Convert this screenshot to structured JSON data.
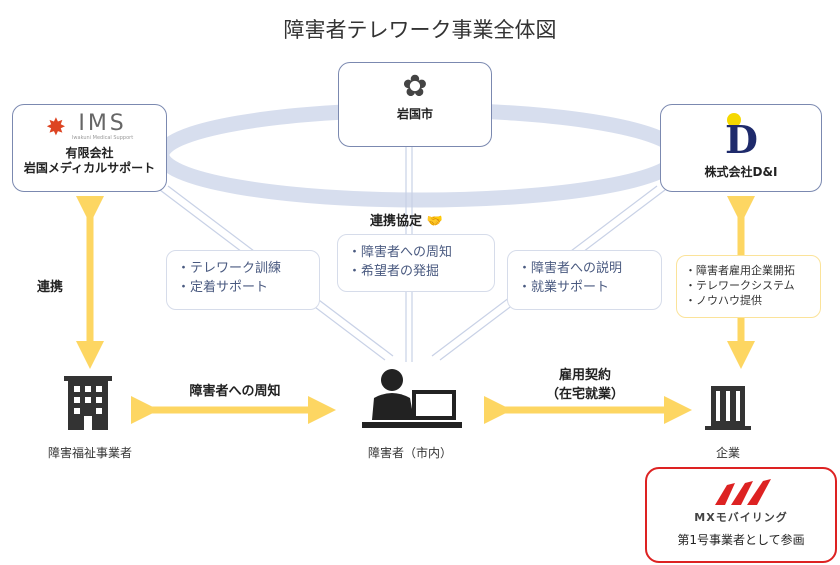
{
  "title": "障害者テレワーク事業全体図",
  "orgs": {
    "city": {
      "name": "岩国市"
    },
    "ims": {
      "logo_text": "IMS",
      "logo_sub": "Iwakuni Medical Support",
      "name_line1": "有限会社",
      "name_line2": "岩国メディカルサポート"
    },
    "di": {
      "name": "株式会社D&I"
    }
  },
  "agreement_label": "連携協定",
  "boxes": {
    "ims_support": [
      "・テレワーク訓練",
      "・定着サポート"
    ],
    "city_support": [
      "・障害者への周知",
      "・希望者の発掘"
    ],
    "di_support": [
      "・障害者への説明",
      "・就業サポート"
    ],
    "di_company": [
      "・障害者雇用企業開拓",
      "・テレワークシステム",
      "・ノウハウ提供"
    ]
  },
  "arrows": {
    "left_vertical": "連携",
    "left_horizontal": "障害者への周知",
    "right_horizontal_line1": "雇用契約",
    "right_horizontal_line2": "（在宅就業）"
  },
  "nodes": {
    "welfare": "障害福祉事業者",
    "person": "障害者（市内）",
    "company": "企業"
  },
  "mx": {
    "logo_text": "MXモバイリング",
    "caption": "第1号事業者として参画"
  },
  "colors": {
    "ellipse": "#d7deee",
    "arrow": "#fdd662",
    "mx_border": "#d22222",
    "di_navy": "#1e2a6b"
  }
}
